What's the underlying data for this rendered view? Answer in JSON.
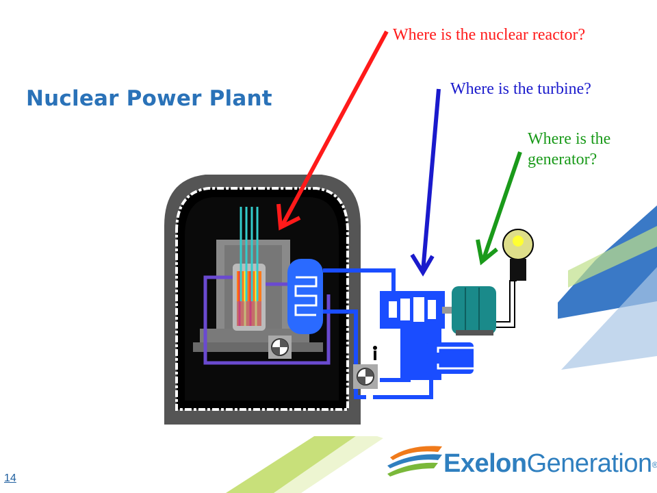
{
  "slide": {
    "title": "Nuclear Power Plant",
    "page_number": "14"
  },
  "questions": {
    "reactor": "Where is the nuclear reactor?",
    "turbine": "Where is the turbine?",
    "generator_line1": "Where is the",
    "generator_line2": "generator?"
  },
  "logo": {
    "brand_bold": "Exelon",
    "brand_light": "Generation",
    "registered": "®"
  },
  "colors": {
    "title": "#2a72b8",
    "reactor_arrow": "#ff1a1a",
    "turbine_arrow": "#1a1acc",
    "generator_arrow": "#1a9a1a",
    "brand": "#2f7fbf"
  }
}
